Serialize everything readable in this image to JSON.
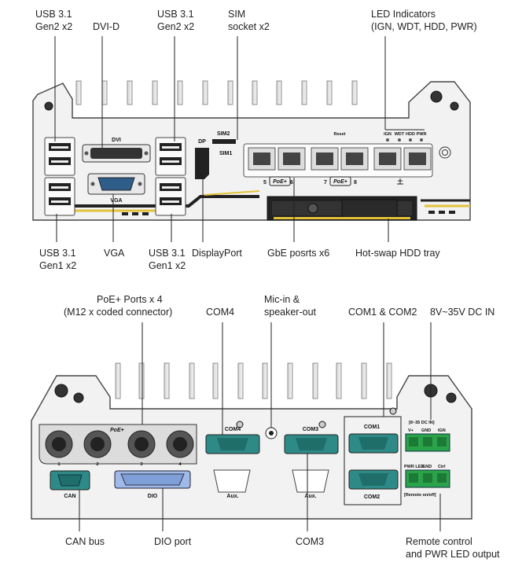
{
  "top_view": {
    "callouts": {
      "usb31_gen2_left": [
        "USB 3.1",
        "Gen2 x2"
      ],
      "dvi": [
        "DVI-D"
      ],
      "usb31_gen2_right": [
        "USB 3.1",
        "Gen2 x2"
      ],
      "sim": [
        "SIM",
        "socket x2"
      ],
      "led": [
        "LED Indicators",
        "(IGN, WDT, HDD, PWR)"
      ],
      "usb31_gen1_left": [
        "USB 3.1",
        "Gen1 x2"
      ],
      "vga": [
        "VGA"
      ],
      "usb31_gen1_right": [
        "USB 3.1",
        "Gen1 x2"
      ],
      "displayport": [
        "DisplayPort"
      ],
      "gbe": [
        "GbE posrts x6"
      ],
      "hdd": [
        "Hot-swap HDD tray"
      ]
    },
    "panel": {
      "dvi": "DVI",
      "vga": "VGA",
      "dp": "DP",
      "sim2": "SIM2",
      "sim1": "SIM1",
      "reset": "Reset",
      "led_names": [
        "IGN",
        "WDT",
        "HDD",
        "PWR"
      ],
      "port_numbers": [
        "5",
        "6",
        "7",
        "8"
      ],
      "poe_badge": "PoE+"
    }
  },
  "bottom_view": {
    "callouts": {
      "poe_ports": [
        "PoE+ Ports x 4",
        "(M12 x coded connector)"
      ],
      "com4": [
        "COM4"
      ],
      "mic": [
        "Mic-in &",
        "speaker-out"
      ],
      "com12": [
        "COM1 & COM2"
      ],
      "dc_in": [
        "8V~35V DC IN"
      ],
      "can_bus": [
        "CAN bus"
      ],
      "dio_port": [
        "DIO port"
      ],
      "com3": [
        "COM3"
      ],
      "remote": [
        "Remote control",
        "and PWR LED output"
      ]
    },
    "panel": {
      "poe_title": "PoE+",
      "m12_numbers": [
        "1",
        "2",
        "3",
        "4"
      ],
      "can": "CAN",
      "dio": "DIO",
      "com4": "COM4",
      "com3": "COM3",
      "com1": "COM1",
      "com2": "COM2",
      "aux": "Aux.",
      "dc_range": "[8~35 DC IN]",
      "dc_pins": [
        "V+",
        "GND",
        "IGN"
      ],
      "remote_pins": [
        "PWR LED",
        "GND",
        "Ctrl"
      ],
      "remote_label": "[Remote on/off]"
    }
  }
}
